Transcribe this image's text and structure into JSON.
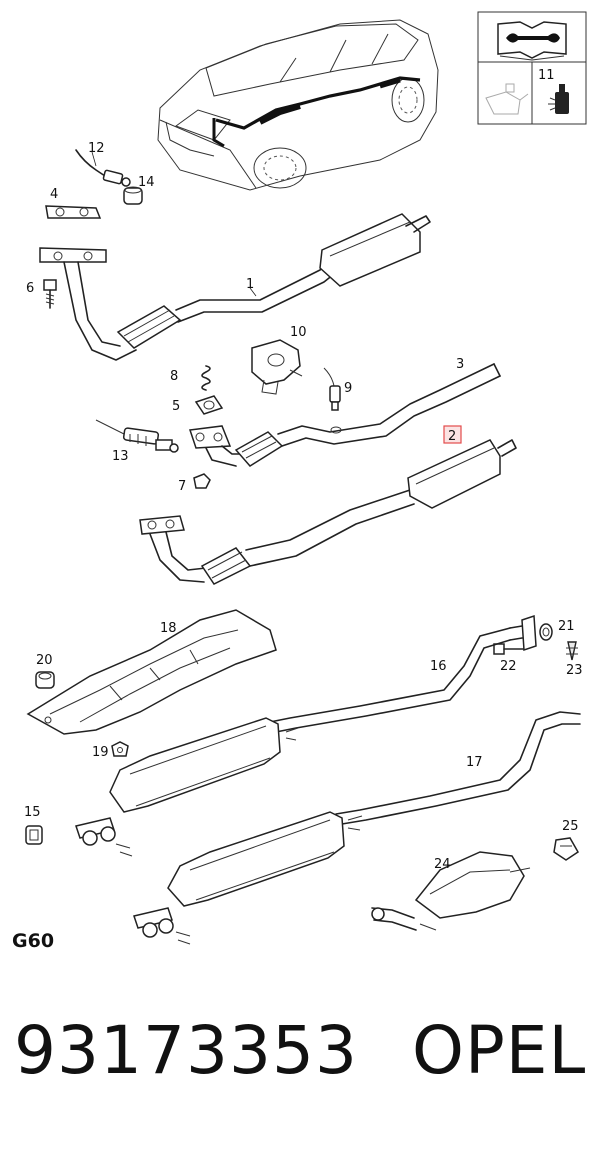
{
  "diagram": {
    "group_code": "G60",
    "part_number": "93173353",
    "brand": "OPEL",
    "highlighted_callout": "2",
    "callouts": [
      "1",
      "2",
      "3",
      "4",
      "5",
      "6",
      "7",
      "8",
      "9",
      "10",
      "11",
      "12",
      "13",
      "14",
      "15",
      "16",
      "17",
      "18",
      "19",
      "20",
      "21",
      "22",
      "23",
      "24",
      "25"
    ],
    "icons": [
      "service-manual-icon",
      "wrench-icon",
      "oil-can-icon",
      "spray-can-icon"
    ],
    "highlight_color": "#e34b4b",
    "highlight_fill": "#fbe3e3"
  }
}
